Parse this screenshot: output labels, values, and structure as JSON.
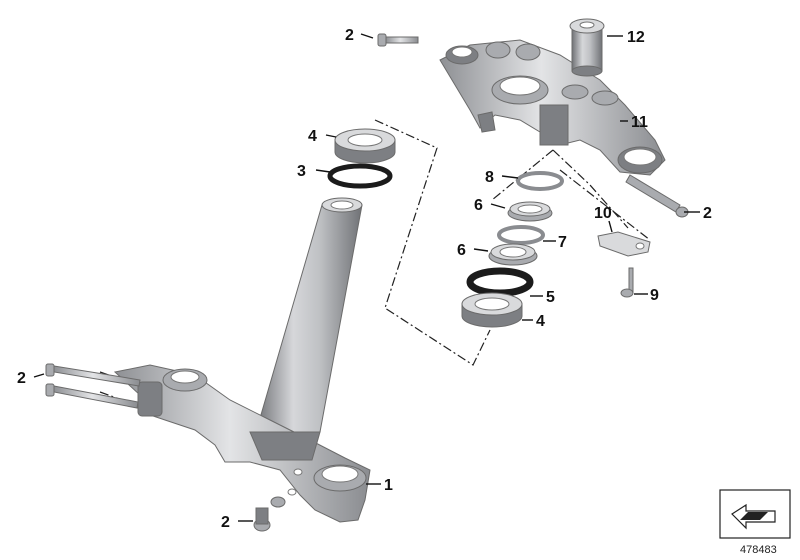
{
  "diagram": {
    "callouts": [
      {
        "id": "c2a",
        "label": "2"
      },
      {
        "id": "c12",
        "label": "12"
      },
      {
        "id": "c4a",
        "label": "4"
      },
      {
        "id": "c3",
        "label": "3"
      },
      {
        "id": "c11",
        "label": "11"
      },
      {
        "id": "c8",
        "label": "8"
      },
      {
        "id": "c6a",
        "label": "6"
      },
      {
        "id": "c2b",
        "label": "2"
      },
      {
        "id": "c10",
        "label": "10"
      },
      {
        "id": "c7",
        "label": "7"
      },
      {
        "id": "c6b",
        "label": "6"
      },
      {
        "id": "c9",
        "label": "9"
      },
      {
        "id": "c5",
        "label": "5"
      },
      {
        "id": "c4b",
        "label": "4"
      },
      {
        "id": "c2c",
        "label": "2"
      },
      {
        "id": "c1",
        "label": "1"
      },
      {
        "id": "c2d",
        "label": "2"
      }
    ],
    "reference_number": "478483",
    "icon": "angled-arrow-icon"
  }
}
